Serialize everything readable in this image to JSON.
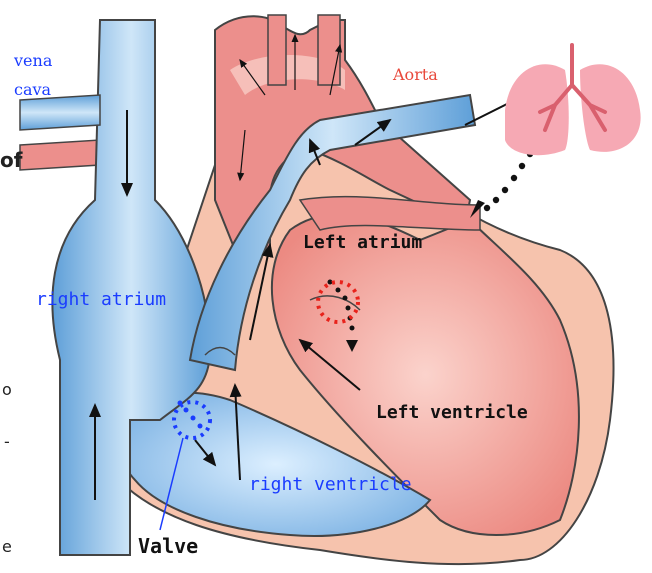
{
  "labels": {
    "vena_cava_line1": "vena",
    "vena_cava_line2": "cava",
    "aorta": "Aorta",
    "left_atrium": "Left atrium",
    "right_atrium": "right atrium",
    "left_ventricle": "Left ventricle",
    "right_ventricle": "right ventricle",
    "valve": "Valve"
  },
  "edge_fragments": {
    "of": "of",
    "o": "o",
    "dash": "-",
    "e": "e"
  },
  "colors": {
    "vein_blue": "#7cb6e6",
    "vein_light": "#cfe6f8",
    "artery_red": "#ec8f8c",
    "artery_light": "#fbd3cc",
    "muscle_peach": "#f6c3ad",
    "chamber_red": "#ee8e86",
    "lung_pink": "#f6a9b4",
    "text_blue": "#1a3cff",
    "text_red": "#e8483b",
    "outline": "#444444"
  },
  "icons": {
    "lung": "lung-icon",
    "valve_marker": "dotted-circle-marker"
  }
}
